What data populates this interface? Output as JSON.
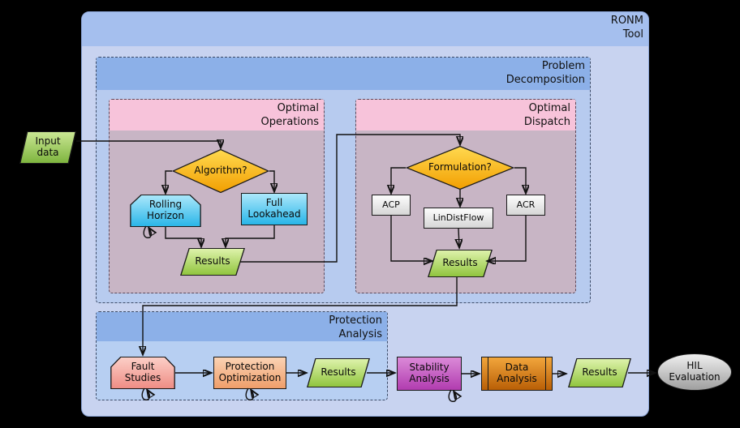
{
  "diagram": {
    "title": "RONM Tool",
    "sections": {
      "problem_decomposition": "Problem Decomposition",
      "optimal_operations": "Optimal Operations",
      "optimal_dispatch": "Optimal Dispatch",
      "protection_analysis": "Protection Analysis"
    },
    "nodes": {
      "input_data": "Input data",
      "algorithm_decision": "Algorithm?",
      "rolling_horizon": "Rolling Horizon",
      "full_lookahead": "Full Lookahead",
      "operations_results": "Results",
      "formulation_decision": "Formulation?",
      "acp": "ACP",
      "lindistflow": "LinDistFlow",
      "acr": "ACR",
      "dispatch_results": "Results",
      "fault_studies": "Fault Studies",
      "protection_optimization": "Protection Optimization",
      "protection_results": "Results",
      "stability_analysis": "Stability Analysis",
      "data_analysis": "Data Analysis",
      "final_results": "Results",
      "hil_evaluation": "HIL Evaluation"
    },
    "colors": {
      "canvas_background": "#000000",
      "ronm_fill": "#c8d3f0",
      "ronm_band": "#a5bfee",
      "decomposition_fill": "#b7cbef",
      "decomposition_band": "#8cb0e8",
      "operations_fill": "#c8b5c5",
      "operations_band": "#f7c3da",
      "decision_orange": "#f5a800",
      "process_cyan": "#28b5e8",
      "results_green": "#8fc43c",
      "fault_pink": "#ee8c84",
      "protection_salmon": "#ef9e6a",
      "stability_purple": "#b13cb0",
      "data_orange": "#b95f06",
      "hil_gray": "#9f9f9f"
    }
  }
}
